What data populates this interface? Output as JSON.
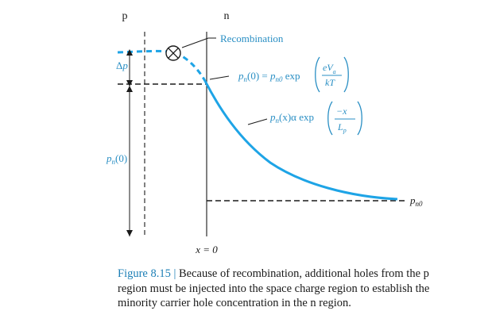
{
  "figure": {
    "region_p": "p",
    "region_n": "n",
    "recombination": "Recombination",
    "delta_p": {
      "sym": "Δ",
      "var": "p"
    },
    "pn0_left": {
      "p": "p",
      "sub": "n",
      "rest": "(0)"
    },
    "boundary_eq": {
      "p": "p",
      "sub": "n",
      "mid": "(0) = ",
      "p2": "p",
      "sub2": "n0",
      "exp": " exp",
      "num_e": "eV",
      "num_sub": "a",
      "den": "kT"
    },
    "decay": {
      "p": "p",
      "sub": "n",
      "mid": "(x)α exp",
      "num": "−x",
      "den_L": "L",
      "den_sub": "p"
    },
    "pn0_right": {
      "p": "p",
      "sub": "n0"
    },
    "x_axis": "x = 0"
  },
  "caption": {
    "label": "Figure 8.15 |",
    "text": " Because of recombination, additional holes from the p region must be injected into the space charge region to establish the minority carrier hole concentration in the n region."
  },
  "colors": {
    "curve": "#1ea4e6",
    "accent": "#1d7fb6",
    "ink": "#1a1a1a"
  }
}
